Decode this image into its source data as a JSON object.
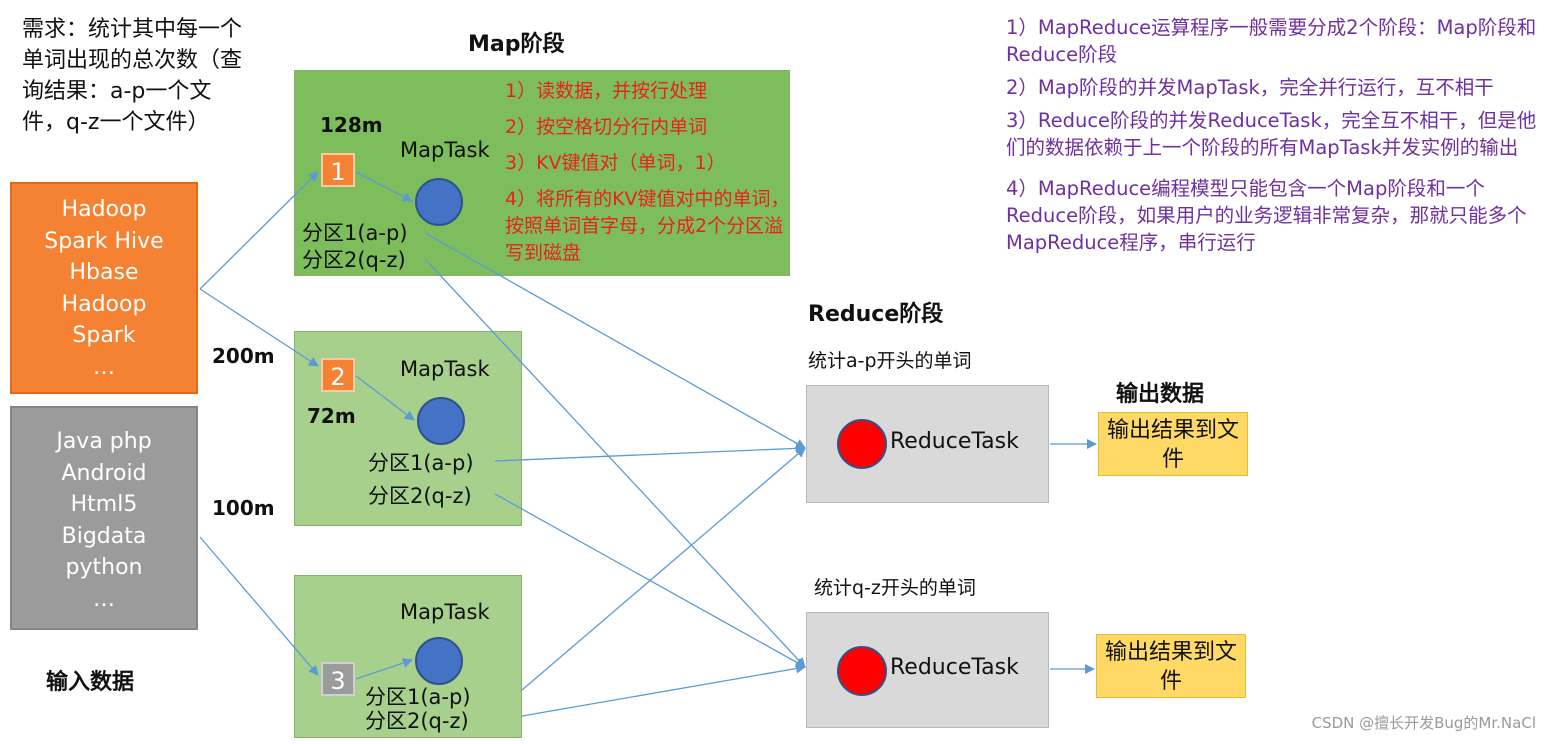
{
  "requirement": "需求：统计其中每一个单词出现的总次数（查询结果：a-p一个文件，q-z一个文件）",
  "input": {
    "file1_words": [
      "Hadoop",
      "Spark Hive",
      "Hbase",
      "Hadoop",
      "Spark",
      "…"
    ],
    "file2_words": [
      "Java php",
      "Android",
      "Html5",
      "Bigdata",
      "python",
      "…"
    ],
    "label": "输入数据",
    "sizes": [
      "200m",
      "100m"
    ]
  },
  "map": {
    "title": "Map阶段",
    "splits": [
      {
        "number": "1",
        "size": "128m"
      },
      {
        "number": "2",
        "size": "72m"
      },
      {
        "number": "3"
      }
    ],
    "task_label": "MapTask",
    "partition1": "分区1(a-p)",
    "partition2": "分区2(q-z)",
    "steps": [
      "1）读数据，并按行处理",
      "2）按空格切分行内单词",
      "3）KV键值对（单词，1）",
      "4）将所有的KV键值对中的单词，按照单词首字母，分成2个分区溢写到磁盘"
    ]
  },
  "reduce": {
    "title": "Reduce阶段",
    "groups": [
      "统计a-p开头的单词",
      "统计q-z开头的单词"
    ],
    "task_label": "ReduceTask"
  },
  "output": {
    "title": "输出数据",
    "box_label": "输出结果到文件"
  },
  "notes": [
    "1）MapReduce运算程序一般需要分成2个阶段：Map阶段和Reduce阶段",
    "2）Map阶段的并发MapTask，完全并行运行，互不相干",
    "3）Reduce阶段的并发ReduceTask，完全互不相干，但是他们的数据依赖于上一个阶段的所有MapTask并发实例的输出",
    "4）MapReduce编程模型只能包含一个Map阶段和一个Reduce阶段，如果用户的业务逻辑非常复杂，那就只能多个MapReduce程序，串行运行"
  ],
  "watermark": "CSDN @擅长开发Bug的Mr.NaCl",
  "colors": {
    "input_orange": "#f58232",
    "input_gray": "#9b9b9b",
    "map_green": "#a8d08d",
    "map_green_dark": "#7dbd5c",
    "map_circle": "#4472c4",
    "reduce_circle": "#ff0000",
    "reduce_box": "#d9d9d9",
    "output_box": "#ffd966",
    "steps_text": "#e8231d",
    "notes_text": "#7030a0",
    "arrow": "#5b9bd5"
  }
}
